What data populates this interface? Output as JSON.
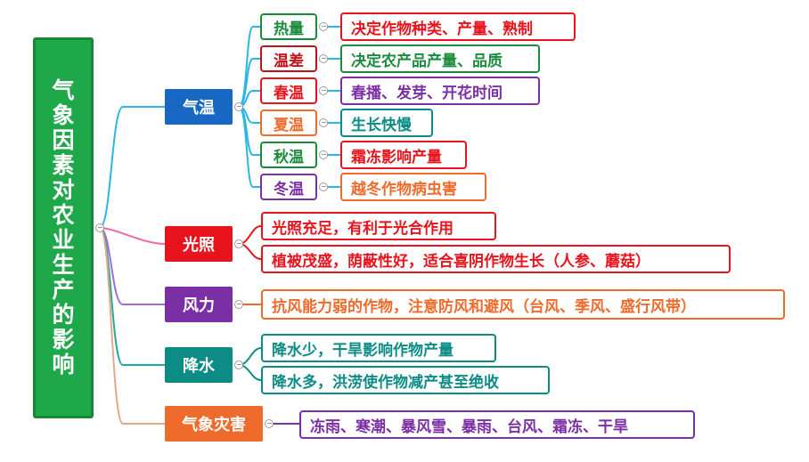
{
  "root": {
    "label": "气象因素对农业生产的影响"
  },
  "branches": {
    "qiwen": {
      "label": "气温",
      "color": "#1767c3"
    },
    "guangzhao": {
      "label": "光照",
      "color": "#e8131c"
    },
    "fengli": {
      "label": "风力",
      "color": "#7b2fa5"
    },
    "jiangshui": {
      "label": "降水",
      "color": "#0c8c84"
    },
    "zaihai": {
      "label": "气象灾害",
      "color": "#ef6b2c"
    }
  },
  "qiwen_items": [
    {
      "key": "热量",
      "text": "决定作物种类、产量、熟制",
      "key_color": "#1b8c3c",
      "text_color": "#e8131c"
    },
    {
      "key": "温差",
      "text": "决定农产品产量、品质",
      "key_color": "#c0121b",
      "text_color": "#1b8c3c"
    },
    {
      "key": "春温",
      "text": "春播、发芽、开花时间",
      "key_color": "#e8131c",
      "text_color": "#7b2fa5"
    },
    {
      "key": "夏温",
      "text": "生长快慢",
      "key_color": "#ef6b2c",
      "text_color": "#0c8c84"
    },
    {
      "key": "秋温",
      "text": "霜冻影响产量",
      "key_color": "#1b8c3c",
      "text_color": "#e8131c"
    },
    {
      "key": "冬温",
      "text": "越冬作物病虫害",
      "key_color": "#7b2fa5",
      "text_color": "#ef6b2c"
    }
  ],
  "guangzhao_items": [
    {
      "text": "光照充足，有利于光合作用",
      "color": "#e8131c"
    },
    {
      "text": "植被茂盛，荫蔽性好，适合喜阴作物生长（人参、蘑菇）",
      "color": "#e8131c"
    }
  ],
  "fengli_items": [
    {
      "text": "抗风能力弱的作物，注意防风和避风（台风、季风、盛行风带）",
      "color": "#ef6b2c"
    }
  ],
  "jiangshui_items": [
    {
      "text": "降水少，干旱影响作物产量",
      "color": "#0c8c84"
    },
    {
      "text": "降水多，洪涝使作物减产甚至绝收",
      "color": "#0c8c84"
    }
  ],
  "zaihai_items": [
    {
      "text": "冻雨、寒潮、暴风雪、暴雨、台风、霜冻、干旱",
      "color": "#7b2fa5"
    }
  ]
}
